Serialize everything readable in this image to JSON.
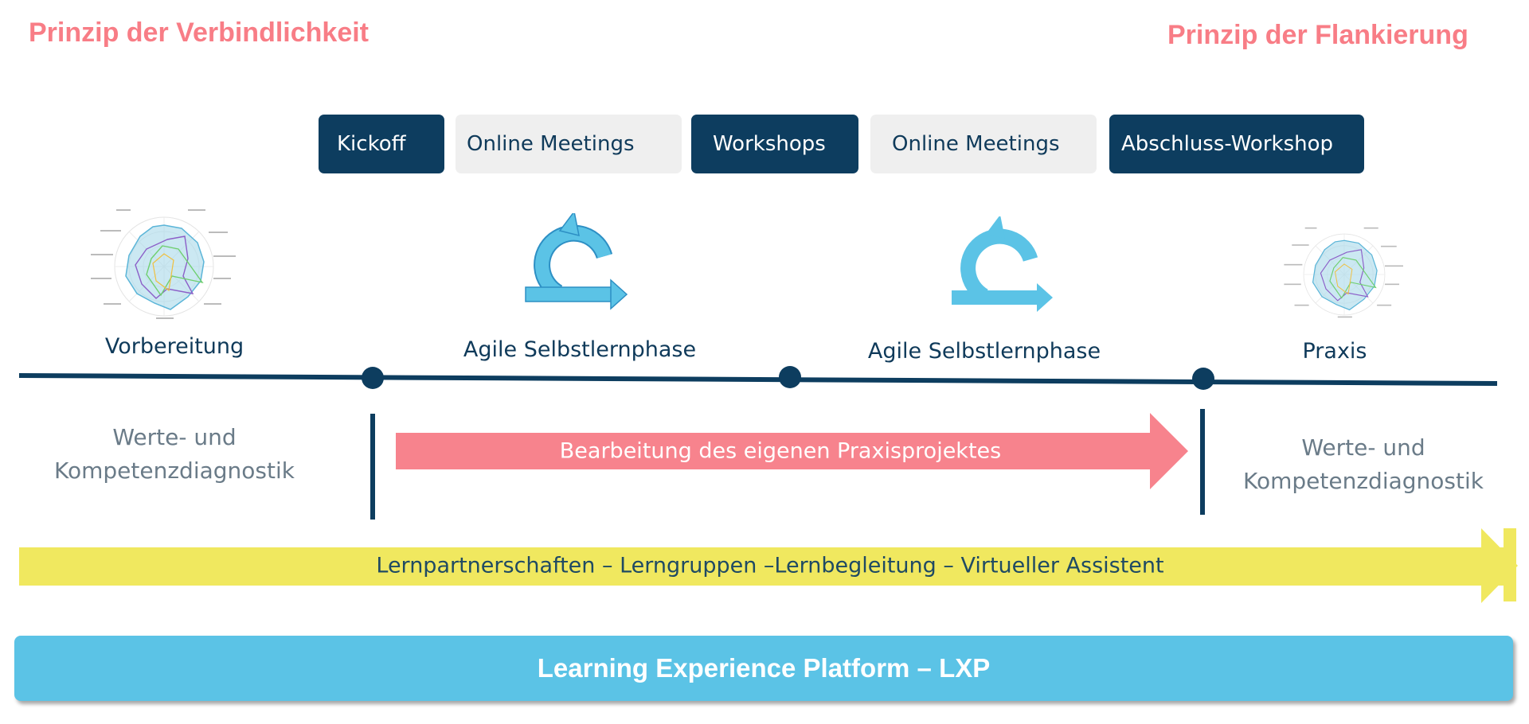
{
  "principles": {
    "left": "Prinzip der Verbindlichkeit",
    "right": "Prinzip der Flankierung"
  },
  "phases": [
    {
      "label": "Kickoff",
      "style": "dark"
    },
    {
      "label": "Online Meetings",
      "style": "light"
    },
    {
      "label": "Workshops",
      "style": "dark"
    },
    {
      "label": "Online Meetings",
      "style": "light"
    },
    {
      "label": "Abschluss-Workshop",
      "style": "dark"
    }
  ],
  "stages": [
    {
      "label": "Vorbereitung",
      "icon": "radar-chart-icon"
    },
    {
      "label": "Agile Selbstlernphase",
      "icon": "agile-cycle-icon"
    },
    {
      "label": "Agile Selbstlernphase",
      "icon": "agile-cycle-icon"
    },
    {
      "label": "Praxis",
      "icon": "radar-chart-icon"
    }
  ],
  "diagnostics": {
    "left": {
      "line1": "Werte- und",
      "line2": "Kompetenzdiagnostik"
    },
    "right": {
      "line1": "Werte- und",
      "line2": "Kompetenzdiagnostik"
    }
  },
  "project_arrow": "Bearbeitung des eigenen Praxisprojektes",
  "support_arrow": "Lernpartnerschaften – Lerngruppen –Lernbegleitung – Virtueller Assistent",
  "platform": "Learning Experience Platform – LXP",
  "colors": {
    "principle": "#f87d86",
    "dark_box": "#0d3d5f",
    "light_box": "#efefef",
    "navy": "#0f3a5a",
    "gray_text": "#6a7b88",
    "pink_arrow": "#f7838d",
    "yellow_arrow": "#f0e85f",
    "cyan": "#5bc3e6"
  }
}
